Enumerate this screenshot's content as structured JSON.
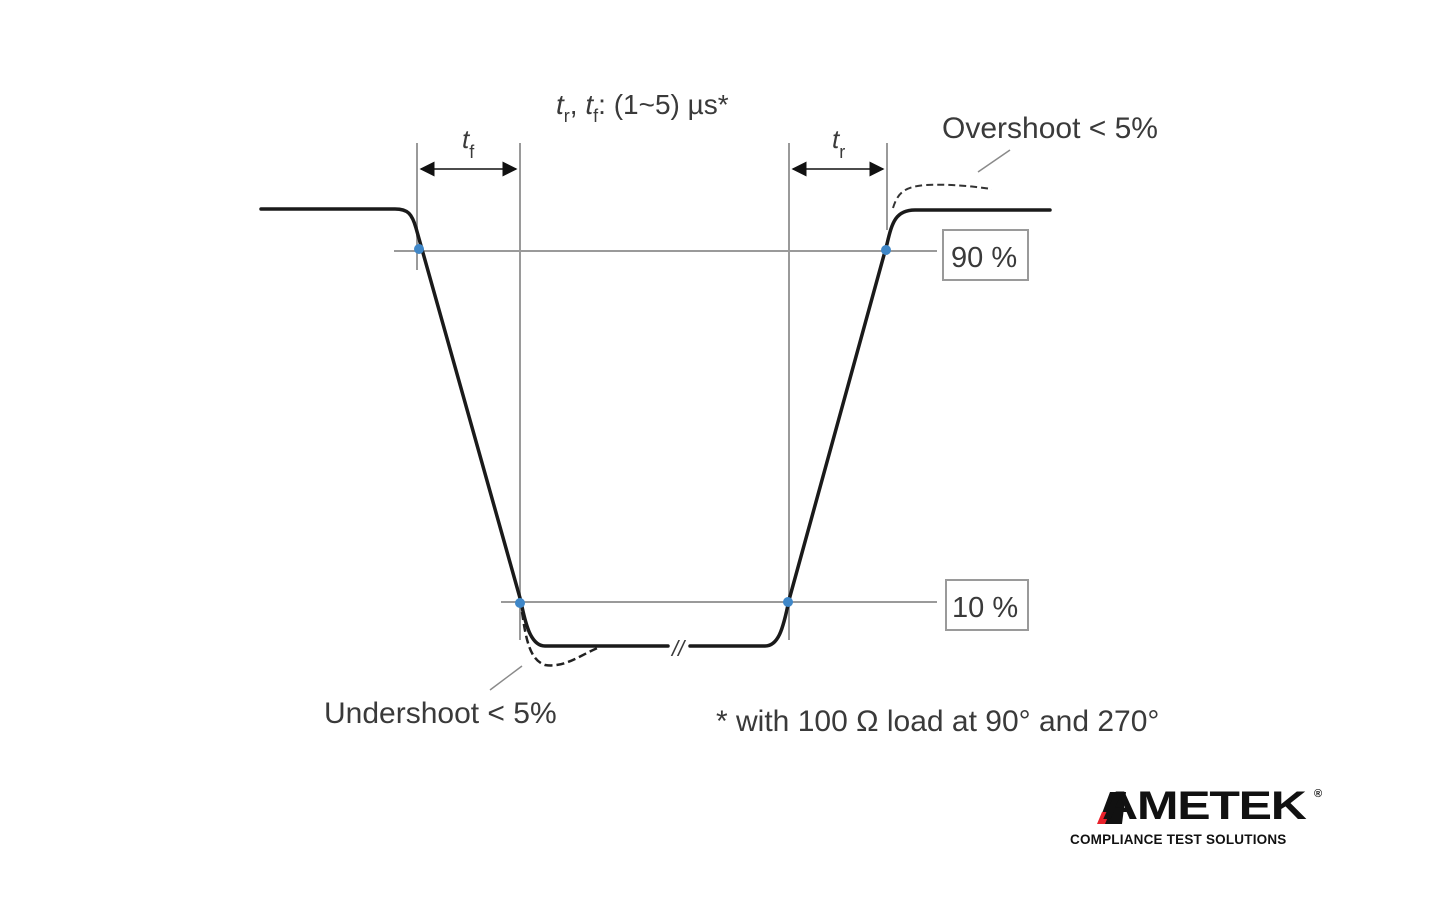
{
  "diagram": {
    "title": {
      "tr": "t",
      "tr_sub": "r",
      "sep": ", ",
      "tf": "t",
      "tf_sub": "f",
      "rest": ": (1~5) µs*"
    },
    "fall_label": {
      "t": "t",
      "sub": "f"
    },
    "rise_label": {
      "t": "t",
      "sub": "r"
    },
    "overshoot": "Overshoot < 5%",
    "undershoot": "Undershoot < 5%",
    "level_high": "90 %",
    "level_low": "10 %",
    "break_mark": "//",
    "footnote": "* with 100 Ω load at 90° and 270°",
    "colors": {
      "waveform": "#1a1a1a",
      "guide_lines": "#9a9a9a",
      "marker": "#3f87c8",
      "text": "#3a3a3a"
    }
  },
  "logo": {
    "brand": "AMETEK",
    "registered": "®",
    "tagline": "COMPLIANCE TEST SOLUTIONS",
    "accent_color": "#e8202a"
  }
}
